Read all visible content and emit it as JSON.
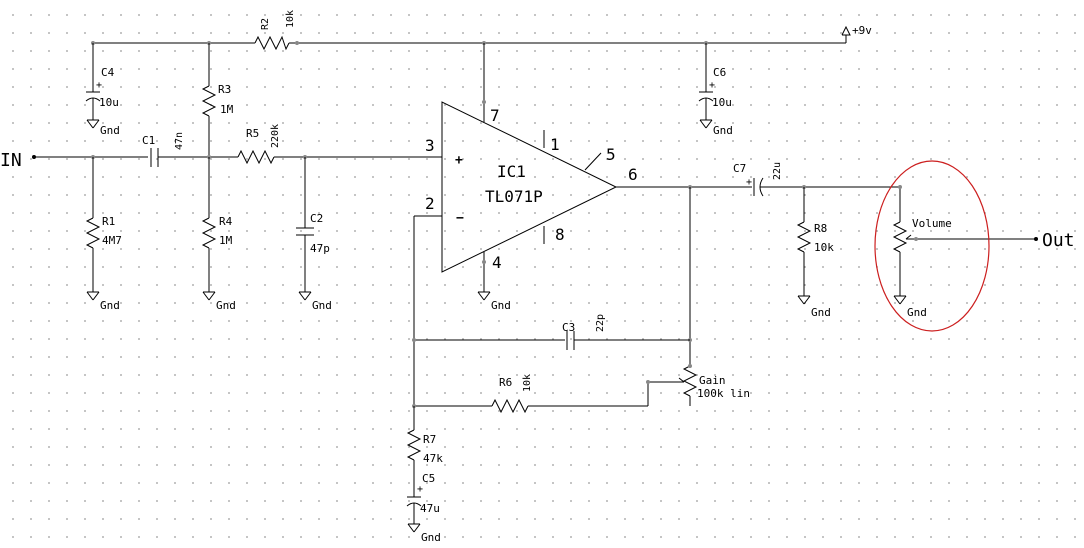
{
  "power_label": "+9v",
  "input_label": "IN",
  "output_label": "Out",
  "gnd_label": "Gnd",
  "ic": {
    "ref": "IC1",
    "part": "TL071P",
    "plus": "+",
    "minus": "−",
    "pins": {
      "p1": "1",
      "p2": "2",
      "p3": "3",
      "p4": "4",
      "p5": "5",
      "p6": "6",
      "p7": "7",
      "p8": "8"
    }
  },
  "components": {
    "R1": {
      "ref": "R1",
      "value": "4M7"
    },
    "R2": {
      "ref": "R2",
      "value": "10k"
    },
    "R3": {
      "ref": "R3",
      "value": "1M"
    },
    "R4": {
      "ref": "R4",
      "value": "1M"
    },
    "R5": {
      "ref": "R5",
      "value": "220k"
    },
    "R6": {
      "ref": "R6",
      "value": "10k"
    },
    "R7": {
      "ref": "R7",
      "value": "47k"
    },
    "R8": {
      "ref": "R8",
      "value": "10k"
    },
    "C1": {
      "ref": "C1",
      "value": "47n"
    },
    "C2": {
      "ref": "C2",
      "value": "47p"
    },
    "C3": {
      "ref": "C3",
      "value": "22p"
    },
    "C4": {
      "ref": "C4",
      "value": "10u"
    },
    "C5": {
      "ref": "C5",
      "value": "47u"
    },
    "C6": {
      "ref": "C6",
      "value": "10u"
    },
    "C7": {
      "ref": "C7",
      "value": "22u"
    },
    "gain_pot": {
      "ref": "Gain",
      "value": "100k lin"
    },
    "volume_pot": {
      "ref": "Volume"
    }
  },
  "colors": {
    "wire": "#000000",
    "highlight": "#cc1f1f",
    "grid_dot": "#b5b5b5"
  }
}
